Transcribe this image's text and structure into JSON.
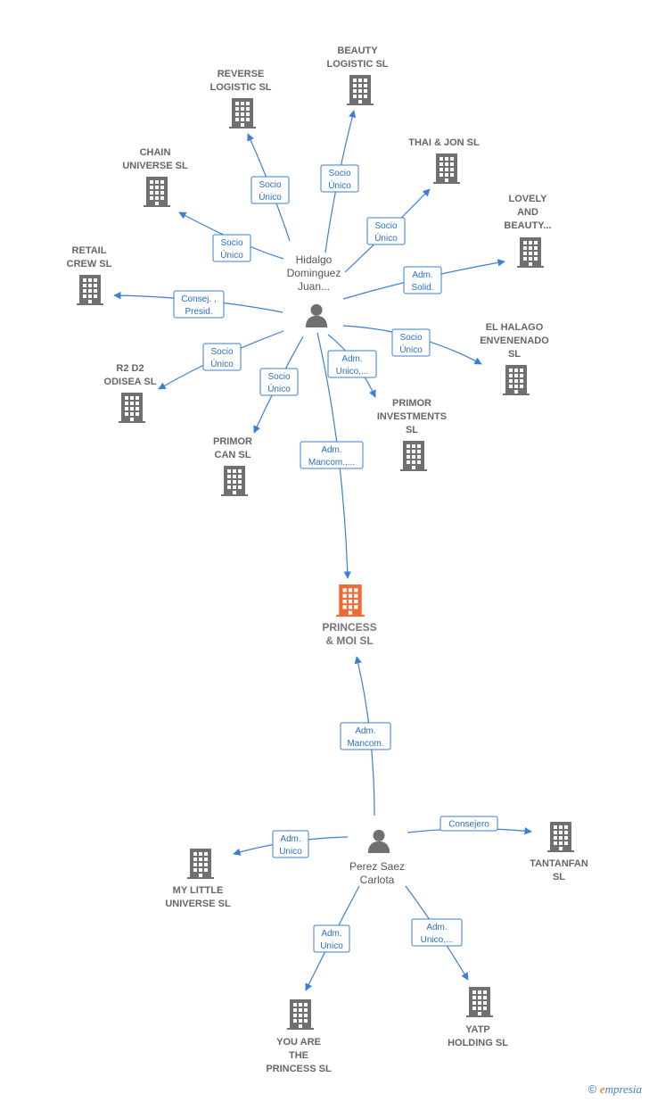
{
  "colors": {
    "edge": "#3a7fd5",
    "company": "#707070",
    "focus_company": "#f06a35",
    "person": "#707070",
    "label_text": "#666666"
  },
  "persons": [
    {
      "id": "p1",
      "label": [
        "Hidalgo",
        "Dominguez",
        "Juan..."
      ]
    },
    {
      "id": "p2",
      "label": [
        "Perez Saez",
        "Carlota"
      ]
    }
  ],
  "companies": [
    {
      "id": "princess",
      "label": [
        "PRINCESS",
        "& MOI  SL"
      ],
      "focus": true
    },
    {
      "id": "beauty",
      "label": [
        "BEAUTY",
        "LOGISTIC  SL"
      ]
    },
    {
      "id": "reverse",
      "label": [
        "REVERSE",
        "LOGISTIC  SL"
      ]
    },
    {
      "id": "thai",
      "label": [
        "THAI & JON SL"
      ]
    },
    {
      "id": "chain",
      "label": [
        "CHAIN",
        "UNIVERSE  SL"
      ]
    },
    {
      "id": "lovely",
      "label": [
        "LOVELY",
        "AND",
        "BEAUTY..."
      ]
    },
    {
      "id": "retail",
      "label": [
        "RETAIL",
        "CREW  SL"
      ]
    },
    {
      "id": "halago",
      "label": [
        "EL HALAGO",
        "ENVENENADO",
        "SL"
      ]
    },
    {
      "id": "r2d2",
      "label": [
        "R2 D2",
        "ODISEA  SL"
      ]
    },
    {
      "id": "primorinv",
      "label": [
        "PRIMOR",
        "INVESTMENTS",
        "SL"
      ]
    },
    {
      "id": "primorcan",
      "label": [
        "PRIMOR",
        "CAN  SL"
      ]
    },
    {
      "id": "tantanfan",
      "label": [
        "TANTANFAN",
        "SL"
      ]
    },
    {
      "id": "mylittle",
      "label": [
        "MY LITTLE",
        "UNIVERSE  SL"
      ]
    },
    {
      "id": "youare",
      "label": [
        "YOU ARE",
        "THE",
        "PRINCESS SL"
      ]
    },
    {
      "id": "yatp",
      "label": [
        "YATP",
        "HOLDING  SL"
      ]
    }
  ],
  "edges": [
    {
      "from": "p1",
      "to": "reverse",
      "label": [
        "Socio",
        "Único"
      ]
    },
    {
      "from": "p1",
      "to": "beauty",
      "label": [
        "Socio",
        "Único"
      ]
    },
    {
      "from": "p1",
      "to": "thai",
      "label": [
        "Socio",
        "Único"
      ]
    },
    {
      "from": "p1",
      "to": "chain",
      "label": [
        "Socio",
        "Único"
      ]
    },
    {
      "from": "p1",
      "to": "lovely",
      "label": [
        "Adm.",
        "Solid."
      ]
    },
    {
      "from": "p1",
      "to": "retail",
      "label": [
        "Consej. ,",
        "Presid."
      ]
    },
    {
      "from": "p1",
      "to": "halago",
      "label": [
        "Socio",
        "Único"
      ]
    },
    {
      "from": "p1",
      "to": "r2d2",
      "label": [
        "Socio",
        "Único"
      ]
    },
    {
      "from": "p1",
      "to": "primorinv",
      "label": [
        "Adm.",
        "Unico,..."
      ]
    },
    {
      "from": "p1",
      "to": "primorcan",
      "label": [
        "Socio",
        "Único"
      ]
    },
    {
      "from": "p1",
      "to": "princess",
      "label": [
        "Adm.",
        "Mancom.,..."
      ]
    },
    {
      "from": "p2",
      "to": "princess",
      "label": [
        "Adm.",
        "Mancom."
      ]
    },
    {
      "from": "p2",
      "to": "tantanfan",
      "label": [
        "Consejero"
      ]
    },
    {
      "from": "p2",
      "to": "mylittle",
      "label": [
        "Adm.",
        "Unico"
      ]
    },
    {
      "from": "p2",
      "to": "youare",
      "label": [
        "Adm.",
        "Unico"
      ]
    },
    {
      "from": "p2",
      "to": "yatp",
      "label": [
        "Adm.",
        "Unico,..."
      ]
    }
  ],
  "footer": {
    "copyright_symbol": "©",
    "brand_e": "e",
    "brand_rest": "mpresia"
  }
}
